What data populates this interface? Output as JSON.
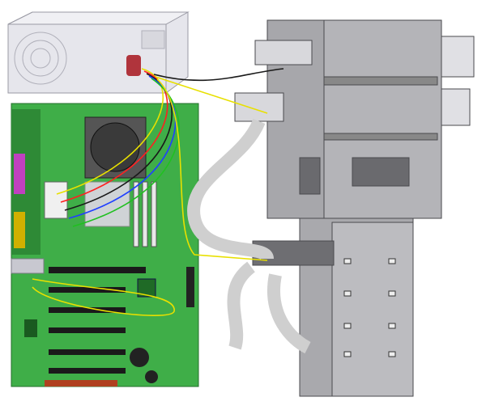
{
  "scene": {
    "subject": "pc-internal-assembly",
    "components": [
      "power-supply",
      "motherboard",
      "drive-cage",
      "ribbon-cables",
      "power-cables"
    ]
  },
  "colors": {
    "background": "#ffffff",
    "motherboard": "#3fae48",
    "motherboard_dark": "#2a7a31",
    "psu": "#e4e4ea",
    "drive_cage": "#a7a7ab",
    "drive_cage_dark": "#7c7c80",
    "ribbon": "#d2d2d2",
    "fan_connector": "#b0343c",
    "wire_colors": [
      "#e8e000",
      "#ff2020",
      "#1a1a1a",
      "#2040ff",
      "#20c020",
      "#9a30c0"
    ]
  }
}
